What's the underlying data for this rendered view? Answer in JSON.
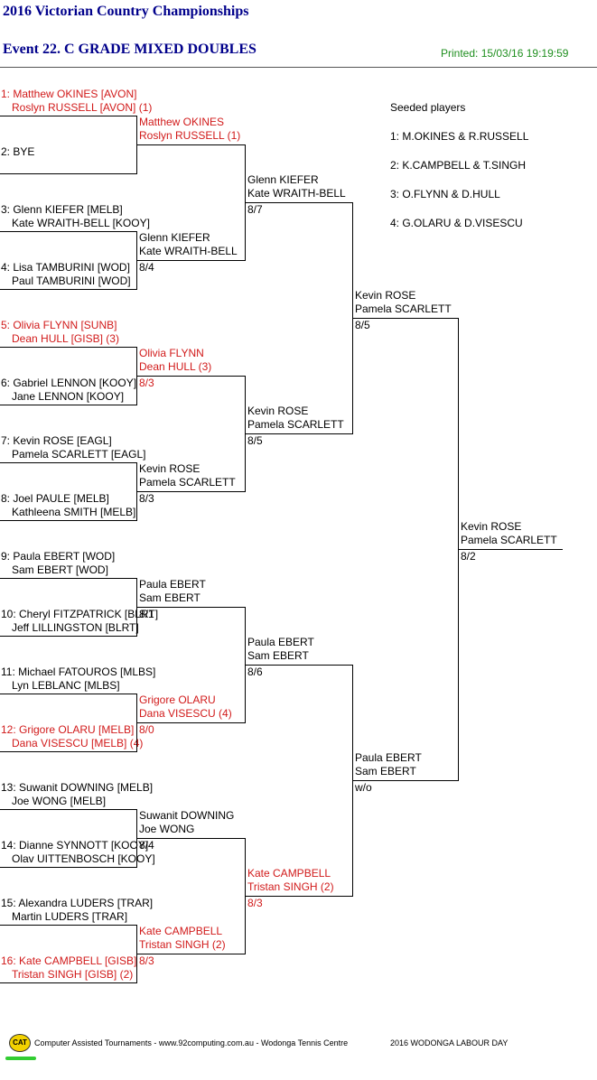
{
  "header": {
    "title": "2016 Victorian Country Championships",
    "event": "Event 22. C GRADE MIXED DOUBLES",
    "printed": "Printed: 15/03/16 19:19:59"
  },
  "draw": [
    {
      "l1": "1: Matthew OKINES [AVON]",
      "l2": "Roslyn RUSSELL [AVON] (1)",
      "red": true
    },
    {
      "l1": "2: BYE",
      "l2": "",
      "red": false
    },
    {
      "l1": "3: Glenn KIEFER [MELB]",
      "l2": "Kate WRAITH-BELL [KOOY]",
      "red": false
    },
    {
      "l1": "4: Lisa TAMBURINI [WOD]",
      "l2": "Paul TAMBURINI [WOD]",
      "red": false
    },
    {
      "l1": "5: Olivia FLYNN [SUNB]",
      "l2": "Dean HULL [GISB] (3)",
      "red": true
    },
    {
      "l1": "6: Gabriel LENNON [KOOY]",
      "l2": "Jane LENNON [KOOY]",
      "red": false
    },
    {
      "l1": "7: Kevin ROSE [EAGL]",
      "l2": "Pamela SCARLETT [EAGL]",
      "red": false
    },
    {
      "l1": "8: Joel PAULE [MELB]",
      "l2": "Kathleena SMITH [MELB]",
      "red": false
    },
    {
      "l1": "9: Paula EBERT [WOD]",
      "l2": "Sam EBERT [WOD]",
      "red": false
    },
    {
      "l1": "10: Cheryl FITZPATRICK [BLRT]",
      "l2": "Jeff LILLINGSTON [BLRT]",
      "red": false
    },
    {
      "l1": "11: Michael FATOUROS [MLBS]",
      "l2": "Lyn LEBLANC [MLBS]",
      "red": false
    },
    {
      "l1": "12: Grigore OLARU [MELB]",
      "l2": "Dana VISESCU [MELB] (4)",
      "red": true
    },
    {
      "l1": "13: Suwanit DOWNING [MELB]",
      "l2": "Joe WONG [MELB]",
      "red": false
    },
    {
      "l1": "14: Dianne SYNNOTT [KOOY]",
      "l2": "Olav UITTENBOSCH [KOOY]",
      "red": false
    },
    {
      "l1": "15: Alexandra LUDERS [TRAR]",
      "l2": "Martin LUDERS [TRAR]",
      "red": false
    },
    {
      "l1": "16: Kate CAMPBELL [GISB]",
      "l2": "Tristan SINGH [GISB] (2)",
      "red": true
    }
  ],
  "round2": [
    {
      "l1": "Matthew OKINES",
      "l2": "Roslyn RUSSELL (1)",
      "score": "",
      "red": true
    },
    {
      "l1": "Glenn KIEFER",
      "l2": "Kate WRAITH-BELL",
      "score": "8/4",
      "red": false
    },
    {
      "l1": "Olivia FLYNN",
      "l2": "Dean HULL (3)",
      "score": "8/3",
      "red": true
    },
    {
      "l1": "Kevin ROSE",
      "l2": "Pamela SCARLETT",
      "score": "8/3",
      "red": false
    },
    {
      "l1": "Paula EBERT",
      "l2": "Sam EBERT",
      "score": "8/1",
      "red": false
    },
    {
      "l1": "Grigore OLARU",
      "l2": "Dana VISESCU (4)",
      "score": "8/0",
      "red": true
    },
    {
      "l1": "Suwanit DOWNING",
      "l2": "Joe WONG",
      "score": "8/4",
      "red": false
    },
    {
      "l1": "Kate CAMPBELL",
      "l2": "Tristan SINGH (2)",
      "score": "8/3",
      "red": true
    }
  ],
  "round3": [
    {
      "l1": "Glenn KIEFER",
      "l2": "Kate WRAITH-BELL",
      "score": "8/7",
      "red": false
    },
    {
      "l1": "Kevin ROSE",
      "l2": "Pamela SCARLETT",
      "score": "8/5",
      "red": false
    },
    {
      "l1": "Paula EBERT",
      "l2": "Sam EBERT",
      "score": "8/6",
      "red": false
    },
    {
      "l1": "Kate CAMPBELL",
      "l2": "Tristan SINGH (2)",
      "score": "8/3",
      "red": true
    }
  ],
  "round4": [
    {
      "l1": "Kevin ROSE",
      "l2": "Pamela SCARLETT",
      "score": "8/5",
      "red": false
    },
    {
      "l1": "Paula EBERT",
      "l2": "Sam EBERT",
      "score": "w/o",
      "red": false
    }
  ],
  "final": {
    "l1": "Kevin ROSE",
    "l2": "Pamela SCARLETT",
    "score": "8/2",
    "red": false
  },
  "seeds": {
    "title": "Seeded players",
    "items": [
      "1: M.OKINES & R.RUSSELL",
      "2: K.CAMPBELL & T.SINGH",
      "3: O.FLYNN & D.HULL",
      "4: G.OLARU & D.VISESCU"
    ]
  },
  "footer": {
    "logo": "CAT",
    "credit": "Computer Assisted Tournaments - www.92computing.com.au  -  Wodonga Tennis Centre",
    "event_name": "2016 WODONGA LABOUR DAY"
  }
}
